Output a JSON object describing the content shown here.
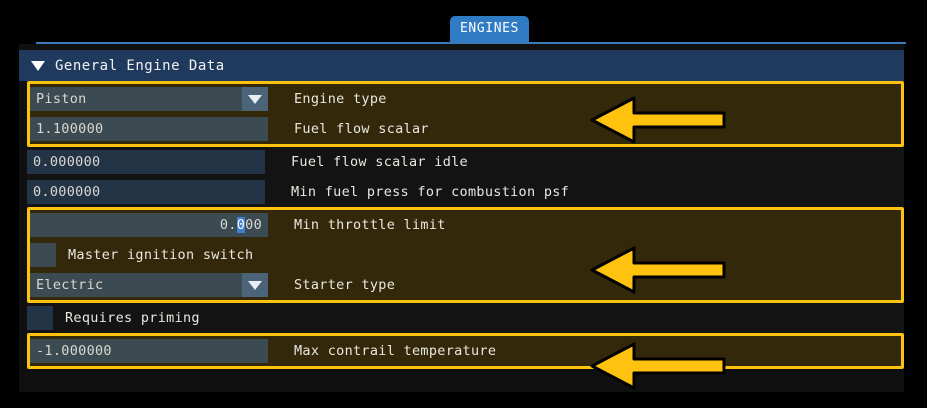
{
  "window": {
    "background_color": "#000000",
    "panel_color": "#101010"
  },
  "tabs": {
    "active": "ENGINES",
    "items": [
      {
        "label": "ENGINES",
        "active": true,
        "color": "#2f7bc4"
      }
    ]
  },
  "section": {
    "title": "General Engine Data",
    "expanded": true,
    "caret_icon": "caret-down-icon",
    "header_color": "#1f3a5c"
  },
  "highlight": {
    "border_color": "#ffc20e",
    "fill_color": "#33290a",
    "arrow_color": "#ffc20e",
    "arrow_icon": "arrow-left-icon",
    "arrow_count": 3
  },
  "groups": [
    {
      "id": "group-engine-type-fuel-flow",
      "highlighted": true,
      "arrow": true,
      "rows": [
        {
          "kind": "dropdown",
          "name": "engine-type",
          "value": "Piston",
          "label": "Engine type",
          "dropdown_icon": "chevron-down-icon"
        },
        {
          "kind": "text",
          "name": "fuel-flow-scalar",
          "value": "1.100000",
          "label": "Fuel flow scalar"
        }
      ]
    },
    {
      "id": "group-idle-and-press",
      "highlighted": false,
      "arrow": false,
      "rows": [
        {
          "kind": "text",
          "name": "fuel-flow-scalar-idle",
          "value": "0.000000",
          "label": "Fuel flow scalar idle"
        },
        {
          "kind": "text",
          "name": "min-fuel-press-for-combustion-psf",
          "value": "0.000000",
          "label": "Min fuel press for combustion psf"
        }
      ]
    },
    {
      "id": "group-throttle-ignition-starter",
      "highlighted": true,
      "arrow": true,
      "rows": [
        {
          "kind": "text-right-selected",
          "name": "min-throttle-limit",
          "value_prefix": "0.",
          "value_selected": "0",
          "value_suffix": "00",
          "value": "0.000",
          "label": "Min throttle limit"
        },
        {
          "kind": "checkbox",
          "name": "master-ignition-switch",
          "checked": false,
          "value": "",
          "label": "Master ignition switch"
        },
        {
          "kind": "dropdown",
          "name": "starter-type",
          "value": "Electric",
          "label": "Starter type",
          "dropdown_icon": "chevron-down-icon"
        }
      ]
    },
    {
      "id": "group-requires-priming",
      "highlighted": false,
      "arrow": false,
      "rows": [
        {
          "kind": "checkbox",
          "name": "requires-priming",
          "checked": false,
          "value": "",
          "label": "Requires priming"
        }
      ]
    },
    {
      "id": "group-max-contrail-temperature",
      "highlighted": true,
      "arrow": true,
      "rows": [
        {
          "kind": "text",
          "name": "max-contrail-temperature",
          "value": "-1.000000",
          "label": "Max contrail temperature"
        }
      ]
    }
  ]
}
